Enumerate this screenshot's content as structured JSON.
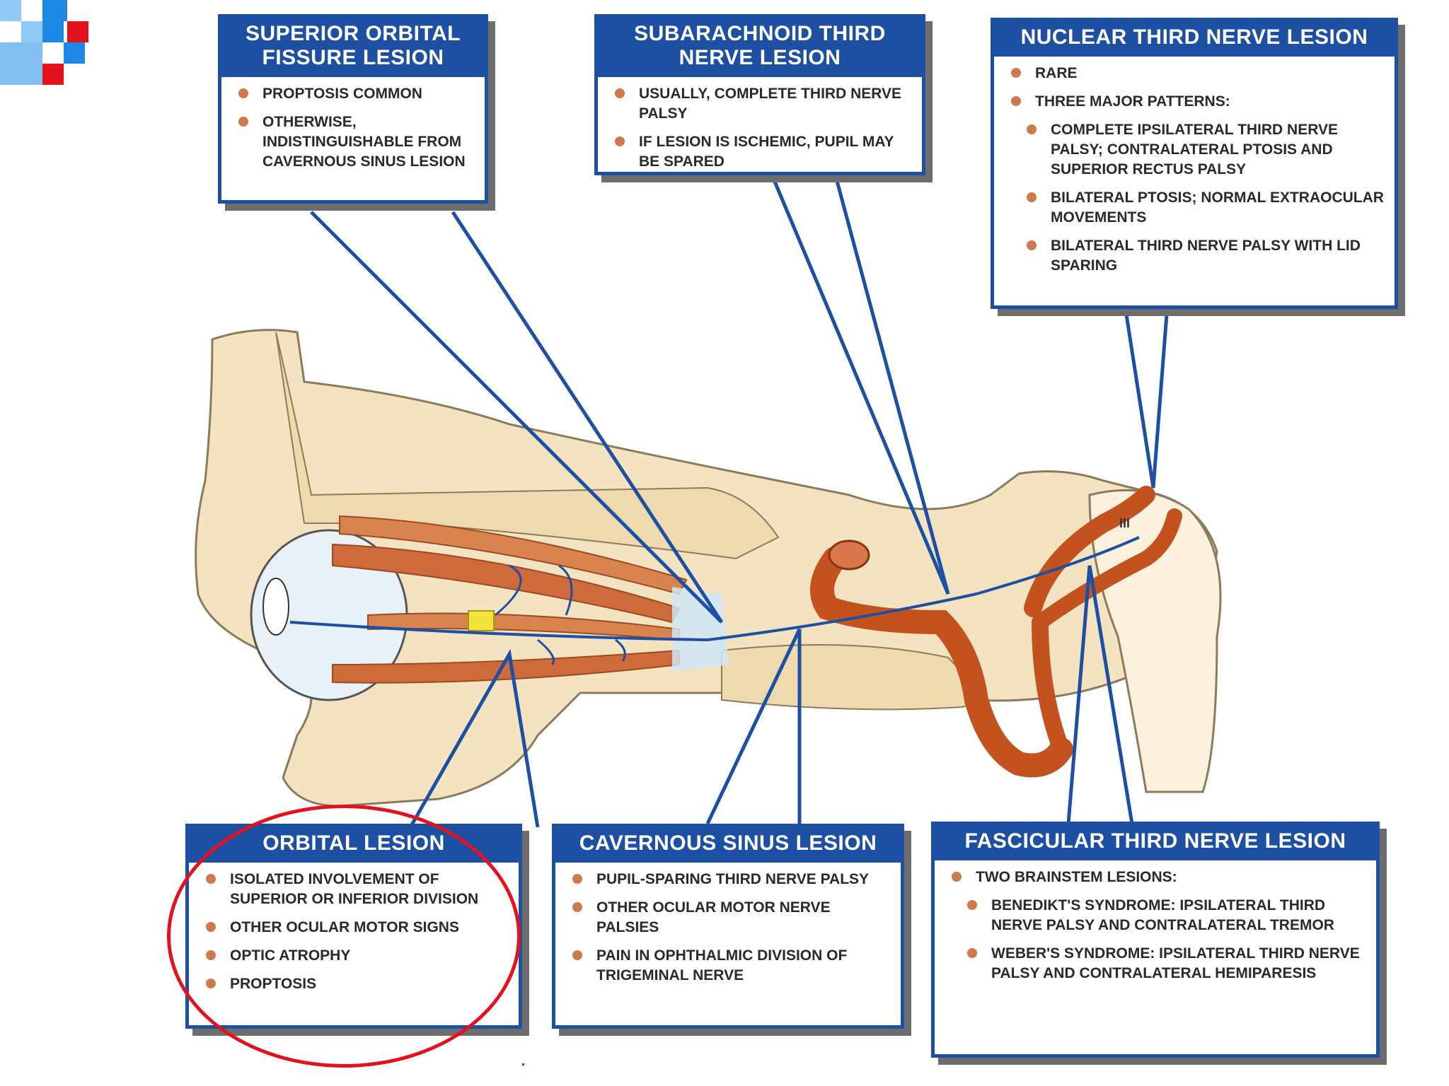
{
  "colors": {
    "box_blue": "#1d4fa3",
    "bullet": "#cf7a4b",
    "pointer_line": "#1d4fa3",
    "bone": "#f4e3c0",
    "muscle": "#cf6a3a",
    "artery": "#c4521f",
    "highlight_circle": "#e3121d"
  },
  "logo": {
    "colors": [
      "#1e88e5",
      "#e3121d",
      "#90caf9"
    ]
  },
  "boxes": {
    "superior_orbital_fissure": {
      "title": "SUPERIOR ORBITAL FISSURE LESION",
      "items": [
        {
          "text": "PROPTOSIS COMMON",
          "level": 1
        },
        {
          "text": "OTHERWISE, INDISTINGUISHABLE FROM CAVERNOUS SINUS LESION",
          "level": 1
        }
      ]
    },
    "subarachnoid_third_nerve": {
      "title": "SUBARACHNOID THIRD NERVE LESION",
      "items": [
        {
          "text": "USUALLY, COMPLETE THIRD NERVE PALSY",
          "level": 1
        },
        {
          "text": "IF LESION IS ISCHEMIC, PUPIL MAY BE SPARED",
          "level": 1
        }
      ]
    },
    "nuclear_third_nerve": {
      "title": "NUCLEAR THIRD NERVE LESION",
      "items": [
        {
          "text": "RARE",
          "level": 1
        },
        {
          "text": "THREE MAJOR PATTERNS:",
          "level": 1
        },
        {
          "text": "COMPLETE IPSILATERAL THIRD NERVE PALSY; CONTRALATERAL PTOSIS AND SUPERIOR RECTUS PALSY",
          "level": 2
        },
        {
          "text": "BILATERAL PTOSIS; NORMAL EXTRAOCULAR MOVEMENTS",
          "level": 2
        },
        {
          "text": "BILATERAL THIRD NERVE PALSY WITH LID SPARING",
          "level": 2
        }
      ]
    },
    "orbital": {
      "title": "ORBITAL LESION",
      "items": [
        {
          "text": "ISOLATED INVOLVEMENT OF SUPERIOR OR INFERIOR DIVISION",
          "level": 1
        },
        {
          "text": "OTHER OCULAR MOTOR SIGNS",
          "level": 1
        },
        {
          "text": "OPTIC ATROPHY",
          "level": 1
        },
        {
          "text": "PROPTOSIS",
          "level": 1
        }
      ]
    },
    "cavernous_sinus": {
      "title": "CAVERNOUS SINUS LESION",
      "items": [
        {
          "text": "PUPIL-SPARING THIRD NERVE PALSY",
          "level": 1
        },
        {
          "text": "OTHER OCULAR MOTOR NERVE PALSIES",
          "level": 1
        },
        {
          "text": "PAIN IN OPHTHALMIC DIVISION OF TRIGEMINAL NERVE",
          "level": 1
        }
      ]
    },
    "fascicular_third_nerve": {
      "title": "FASCICULAR THIRD NERVE LESION",
      "items": [
        {
          "text": "TWO BRAINSTEM LESIONS:",
          "level": 1
        },
        {
          "text": "BENEDIKT'S SYNDROME: IPSILATERAL THIRD NERVE PALSY AND CONTRALATERAL TREMOR",
          "level": 2
        },
        {
          "text": "WEBER'S SYNDROME: IPSILATERAL THIRD NERVE PALSY AND CONTRALATERAL HEMIPARESIS",
          "level": 2
        }
      ]
    }
  },
  "diagram_labels": {
    "nerve_numeral": "III"
  }
}
